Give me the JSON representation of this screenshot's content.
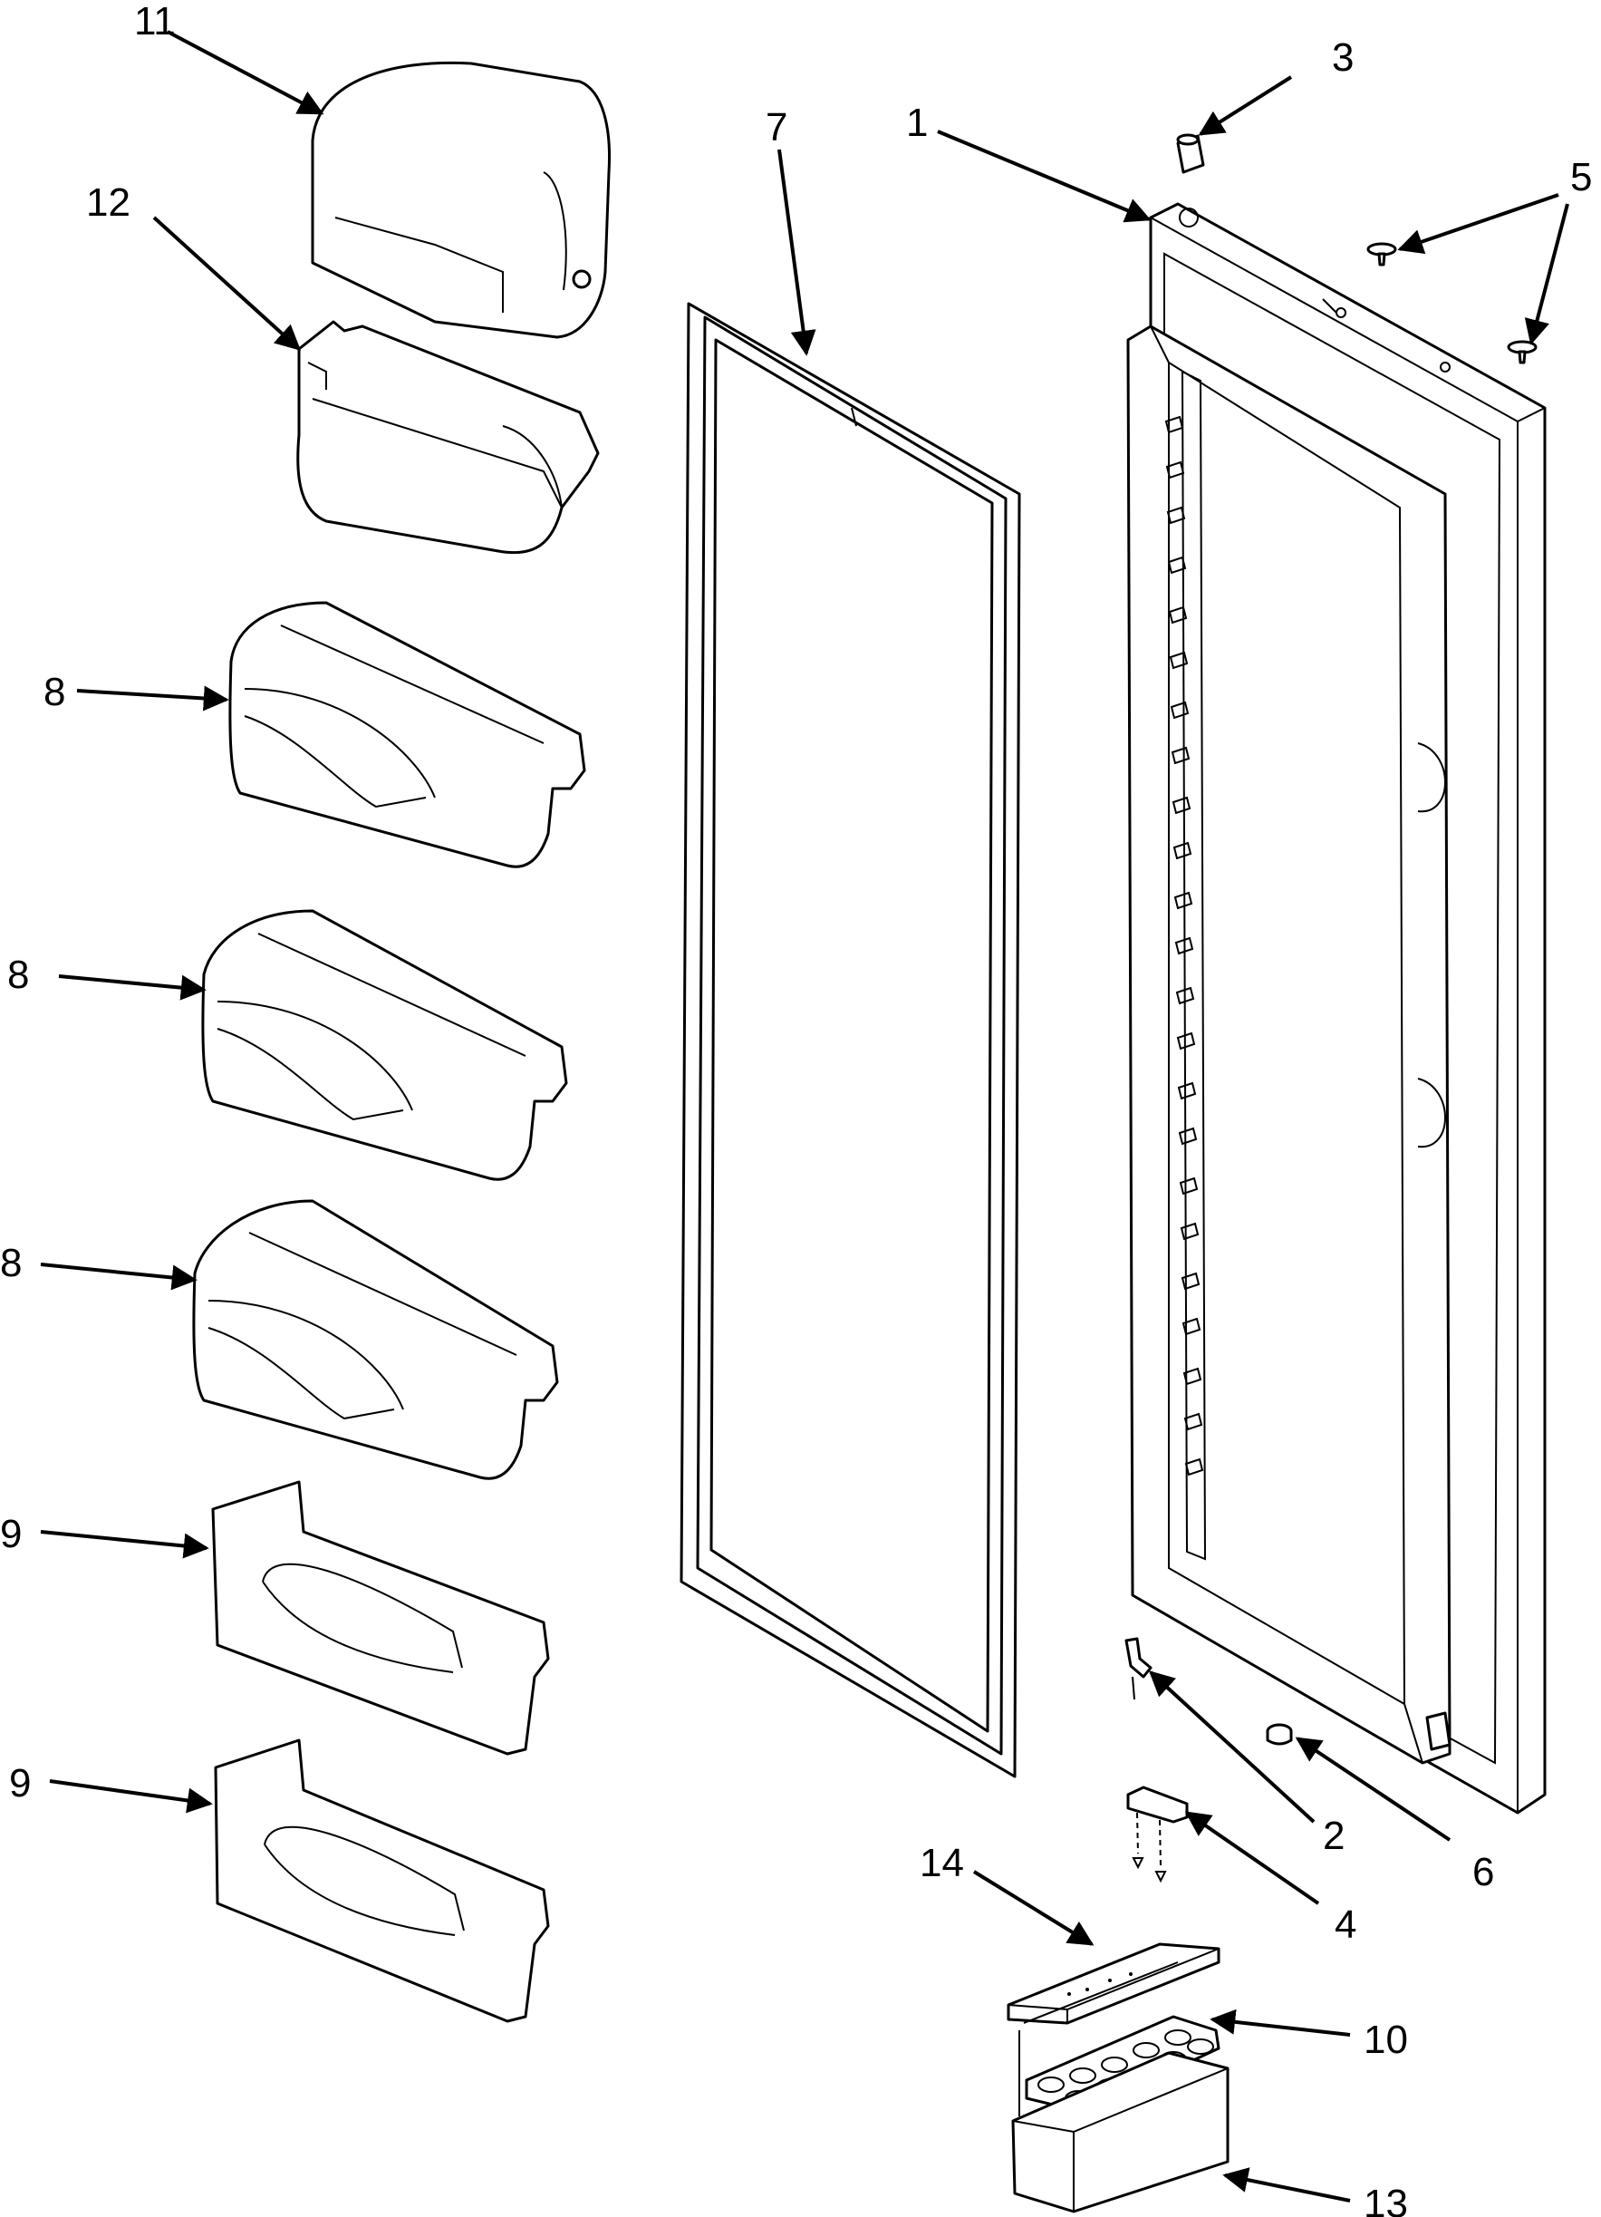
{
  "callouts": {
    "c1": "1",
    "c2": "2",
    "c3": "3",
    "c4a": "4",
    "c5": "5",
    "c6": "6",
    "c7": "7",
    "c8a": "8",
    "c8b": "8",
    "c8c": "8",
    "c9a": "9",
    "c9b": "9",
    "c10": "10",
    "c11": "11",
    "c12": "12",
    "c13": "13",
    "c14": "14"
  }
}
